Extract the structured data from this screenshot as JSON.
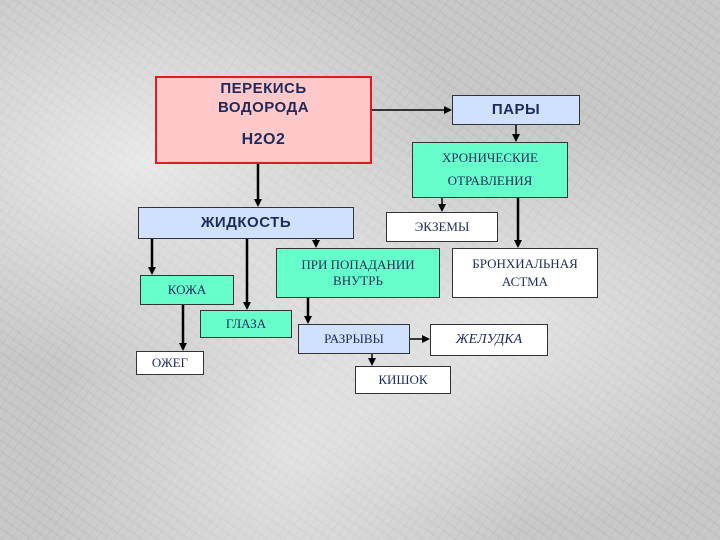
{
  "nodes": {
    "main_line1": "ПЕРЕКИСЬ",
    "main_line2": "ВОДОРОДА",
    "main_formula": "Н2О2",
    "vapors": "ПАРЫ",
    "chronic_line1": "ХРОНИЧЕСКИЕ",
    "chronic_line2": "ОТРАВЛЕНИЯ",
    "liquid": "ЖИДКОСТЬ",
    "eczema": "ЭКЗЕМЫ",
    "ingestion_line1": "ПРИ ПОПАДАНИИ",
    "ingestion_line2": "ВНУТРЬ",
    "bronchial_line1": "БРОНХИАЛЬНАЯ",
    "bronchial_line2": "АСТМА",
    "skin": "КОЖА",
    "eyes": "ГЛАЗА",
    "ruptures": "РАЗРЫВЫ",
    "stomach": "ЖЕЛУДКА",
    "burn": "ОЖЕГ",
    "intestines": "КИШОК"
  },
  "colors": {
    "main_fill": "#ffc9c9",
    "main_border": "#e01c1c",
    "blue_fill": "#cfe1ff",
    "green_fill": "#66ffcc",
    "white_fill": "#ffffff",
    "text": "#1f2a5a"
  }
}
